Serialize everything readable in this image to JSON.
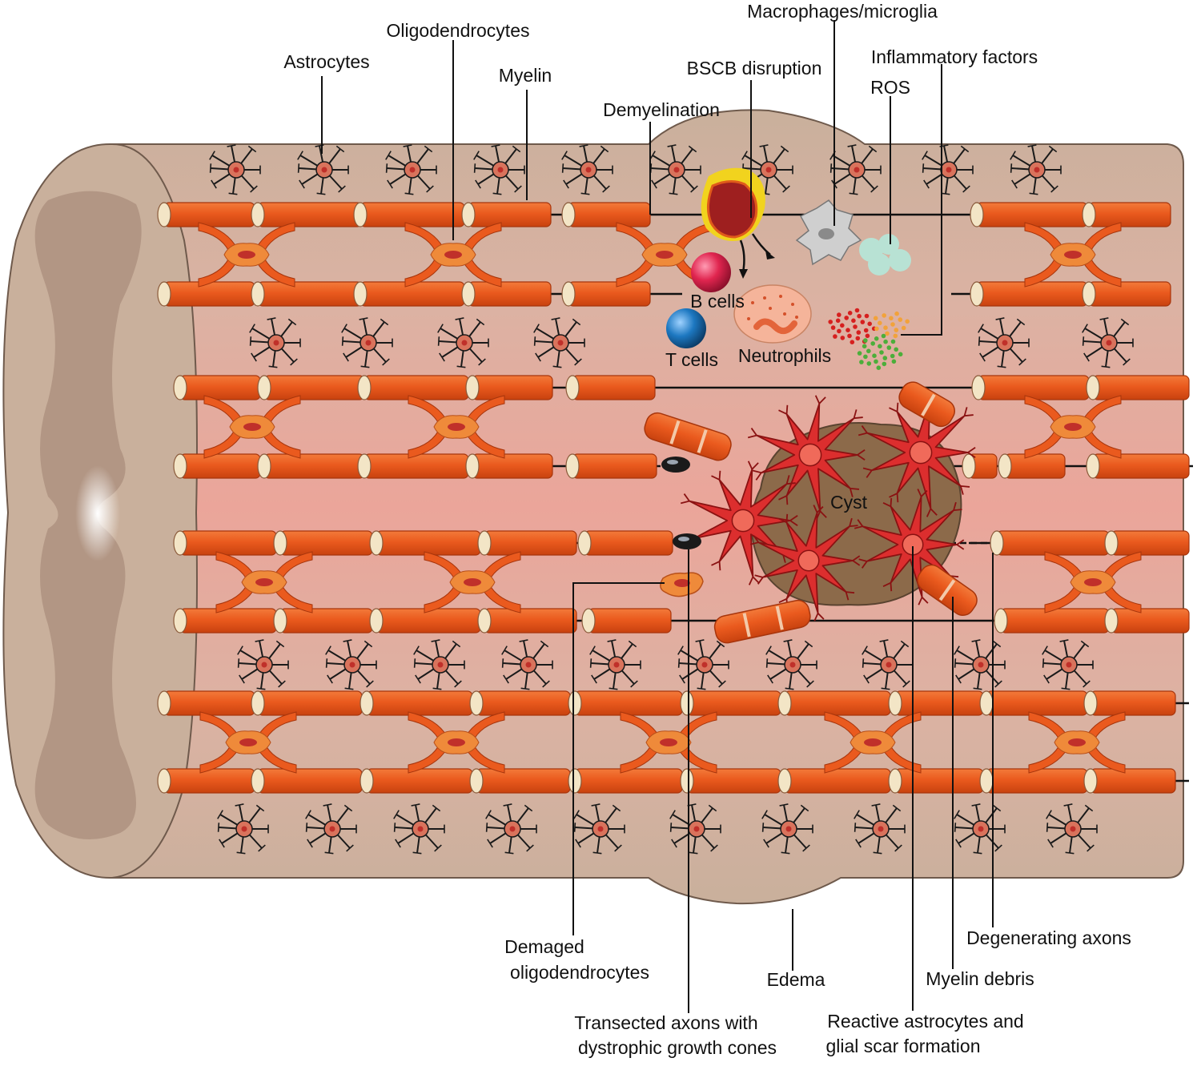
{
  "labels": {
    "astrocytes": "Astrocytes",
    "oligodendrocytes": "Oligodendrocytes",
    "myelin": "Myelin",
    "demyelination": "Demyelination",
    "bscb_disruption": "BSCB disruption",
    "macrophages_microglia": "Macrophages/microglia",
    "inflammatory_factors": "Inflammatory factors",
    "ros": "ROS",
    "b_cells": "B cells",
    "t_cells": "T cells",
    "neutrophils": "Neutrophils",
    "cyst": "Cyst",
    "damaged_oligodendrocytes_line1": "Demaged",
    "damaged_oligodendrocytes_line2": "oligodendrocytes",
    "transected_axons_line1": "Transected axons with",
    "transected_axons_line2": "dystrophic growth cones",
    "edema": "Edema",
    "reactive_astrocytes_line1": "Reactive astrocytes and",
    "reactive_astrocytes_line2": "glial scar formation",
    "myelin_debris": "Myelin debris",
    "degenerating_axons": "Degenerating axons"
  },
  "colors": {
    "tissue": "#c9b09c",
    "tissue_core": "#e7ada0",
    "grey_matter": "#b29684",
    "myelin": "#ea5a1e",
    "myelin_dark": "#c8420f",
    "node": "#f3e5c6",
    "oligodendrocyte": "#ef8a3a",
    "astrocyte_body": "#d9735c",
    "astrocyte_nucleus": "#c0302a",
    "reactive_astrocyte": "#dc2e2e",
    "cyst": "#8c6a4a",
    "b_cell": "#e0254f",
    "t_cell": "#1d78c1",
    "neutrophil": "#f5b49a",
    "microglia": "#c8c8c8",
    "ros": "#b8e2d4",
    "blood_vessel": "#9e1f1f",
    "vessel_rim": "#f1d31e"
  }
}
